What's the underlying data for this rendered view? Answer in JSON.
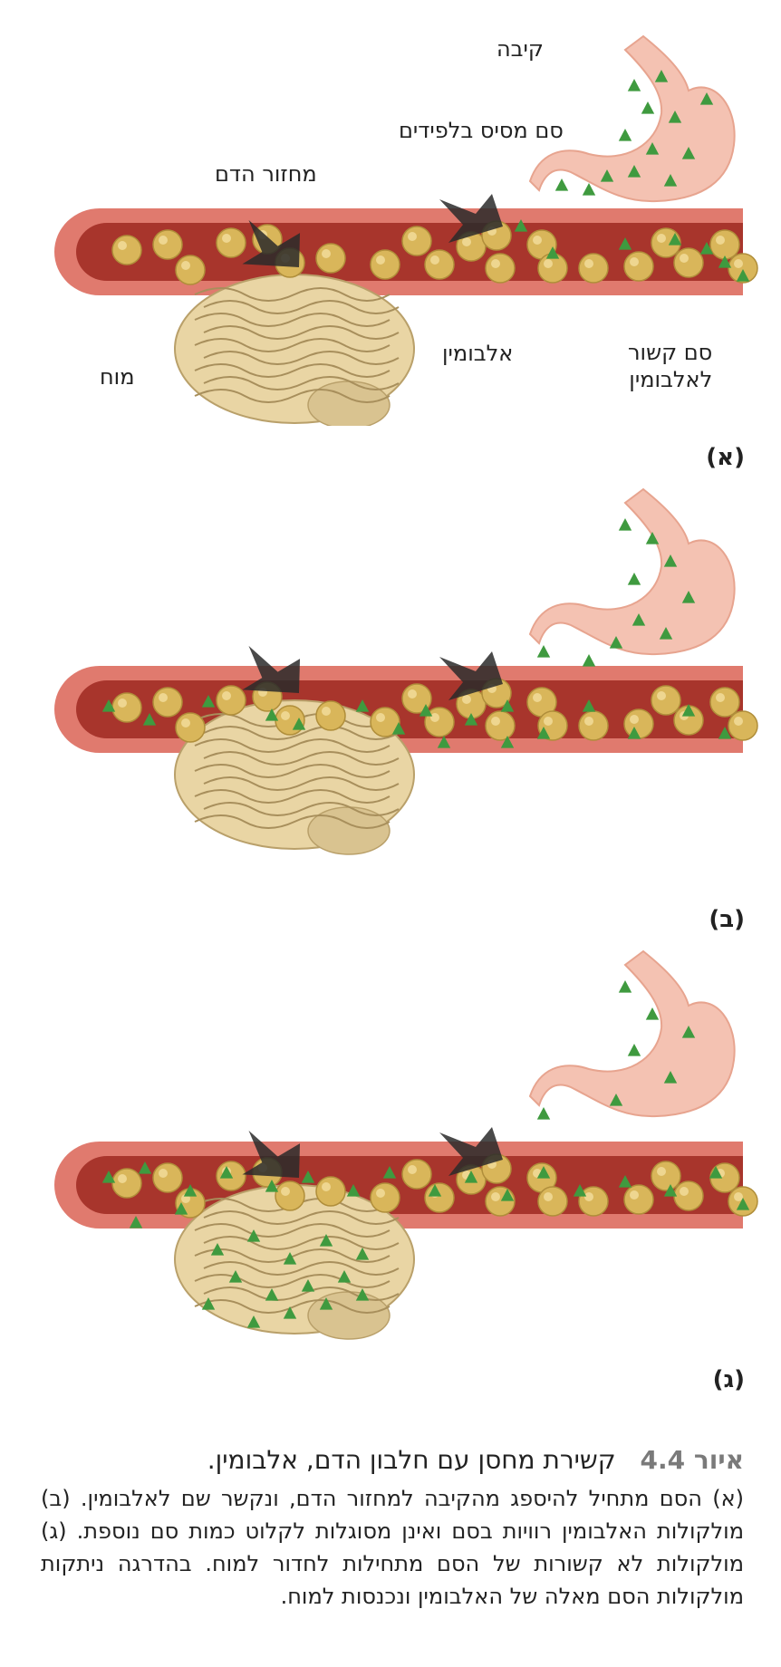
{
  "panels": [
    {
      "id": "a",
      "label": "(א)",
      "labels": {
        "stomach": "קיבה",
        "lipid_drug": "סם מסיס בלפידים",
        "circulation": "מחזור הדם",
        "brain": "מוח",
        "albumin": "אלבומין",
        "bound_drug": "סם קשור\nלאלבומין"
      }
    },
    {
      "id": "b",
      "label": "(ב)"
    },
    {
      "id": "c",
      "label": "(ג)"
    }
  ],
  "caption": {
    "figure_label": "איור 4.4",
    "title": "קשירת מחסן עם חלבון הדם, אלבומין.",
    "text": "(א) הסם מתחיל להיספג מהקיבה למחזור הדם, ונקשר שם לאלבומין. (ב) מולקולות האלבומין רוויות בסם ואינן מסוגלות לקלוט כמות סם נוספת. (ג) מולקולות לא קשורות של הסם מתחילות לחדור למוח. בהדרגה ניתקות מולקולות הסם מאלה של האלבומין ונכנסות למוח."
  },
  "colors": {
    "vessel": "#e07a6e",
    "lumen": "#a8352c",
    "albumin": "#d9b65a",
    "drug": "#3f9a3f",
    "stomach": "#f4c2b2",
    "brain": "#e9d5a4"
  }
}
